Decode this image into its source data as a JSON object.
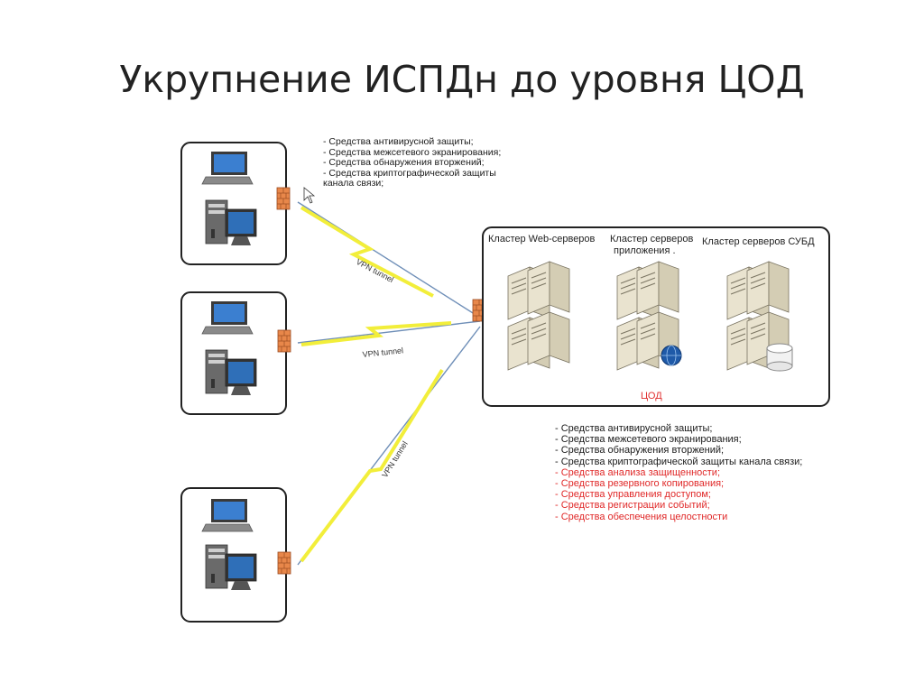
{
  "title": "Укрупнение ИСПДн до уровня ЦОД",
  "top_notes": [
    "- Средства антивирусной защиты;",
    "- Средства межсетевого экранирования;",
    "- Средства обнаружения вторжений;",
    "- Средства криптографической защиты",
    "канала связи;"
  ],
  "tunnels": [
    "VPN tunnel",
    "VPN tunnel",
    "VPN tunnel"
  ],
  "clusters": {
    "web": "Кластер Web-серверов",
    "app_line1": "Кластер серверов",
    "app_line2": "приложения .",
    "dbms": "Кластер серверов СУБД"
  },
  "datacenter_label": "ЦОД",
  "bottom_notes": [
    {
      "text": "- Средства антивирусной защиты;",
      "color": "black"
    },
    {
      "text": "- Средства межсетевого экранирования;",
      "color": "black"
    },
    {
      "text": "- Средства обнаружения вторжений;",
      "color": "black"
    },
    {
      "text": "- Средства криптографической защиты канала связи;",
      "color": "black"
    },
    {
      "text": "- Средства анализа защищенности;",
      "color": "red"
    },
    {
      "text": "- Средства резервного копирования;",
      "color": "red"
    },
    {
      "text": "- Средства управления  доступом;",
      "color": "red"
    },
    {
      "text": "- Средства регистрации событий;",
      "color": "red"
    },
    {
      "text": "- Средства обеспечения целостности",
      "color": "red"
    }
  ],
  "colors": {
    "red_text": "#e02828",
    "lightning": "#f2ee3a",
    "firewall": "#e8874a",
    "screen": "#2f6fb8"
  }
}
